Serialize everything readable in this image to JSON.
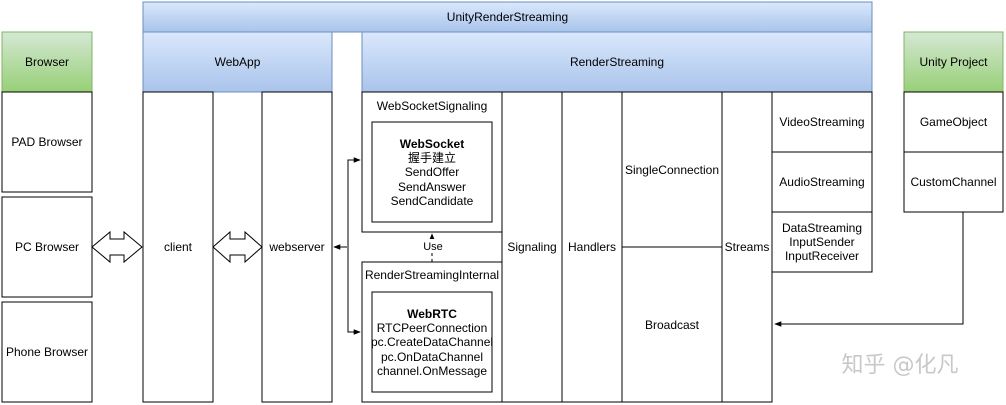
{
  "colors": {
    "blue_top": "#dae8fc",
    "blue_bottom": "#a9c4eb",
    "blue_stroke": "#6c8ebf",
    "green_top": "#d5e8d4",
    "green_bottom": "#97d077",
    "green_stroke": "#82b366"
  },
  "headers": {
    "unity_render_streaming": "UnityRenderStreaming",
    "browser": "Browser",
    "webapp": "WebApp",
    "render_streaming": "RenderStreaming",
    "unity_project": "Unity Project"
  },
  "browser_boxes": [
    "PAD Browser",
    "PC Browser",
    "Phone Browser"
  ],
  "webapp_boxes": {
    "client": "client",
    "webserver": "webserver"
  },
  "signaling": {
    "title": "WebSocketSignaling",
    "inner_title": "WebSocket",
    "inner_lines": [
      "握手建立",
      "SendOffer",
      "SendAnswer",
      "SendCandidate"
    ]
  },
  "internal": {
    "title": "RenderStreamingInternal",
    "inner_title": "WebRTC",
    "inner_lines": [
      "RTCPeerConnection",
      "pc.CreateDataChannel",
      "pc.OnDataChannel",
      "channel.OnMessage"
    ]
  },
  "use_label": "Use",
  "columns": {
    "signaling": "Signaling",
    "handlers": "Handlers",
    "streams": "Streams"
  },
  "connection": {
    "single": "SingleConnection",
    "broadcast": "Broadcast"
  },
  "stream_boxes": {
    "video": "VideoStreaming",
    "audio": "AudioStreaming",
    "data_lines": [
      "DataStreaming",
      "InputSender",
      "InputReceiver"
    ]
  },
  "unity_boxes": [
    "GameObject",
    "CustomChannel"
  ],
  "watermark": "知乎 @化凡"
}
